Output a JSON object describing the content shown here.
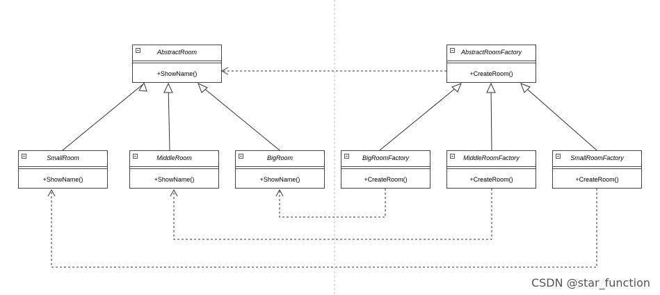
{
  "classes": {
    "abstract_room": {
      "name": "AbstractRoom",
      "op": "+ShowName()"
    },
    "abstract_room_factory": {
      "name": "AbstractRoomFactory",
      "op": "+CreateRoom()"
    },
    "small_room": {
      "name": "SmallRoom",
      "op": "+ShowName()"
    },
    "middle_room": {
      "name": "MiddleRoom",
      "op": "+ShowName()"
    },
    "big_room": {
      "name": "BigRoom",
      "op": "+ShowName()"
    },
    "big_room_factory": {
      "name": "BigRoomFactory",
      "op": "+CreateRoom()"
    },
    "middle_room_factory": {
      "name": "MiddleRoomFactory",
      "op": "+CreateRoom()"
    },
    "small_room_factory": {
      "name": "SmallRoomFactory",
      "op": "+CreateRoom()"
    }
  },
  "watermark": "CSDN @star_function"
}
